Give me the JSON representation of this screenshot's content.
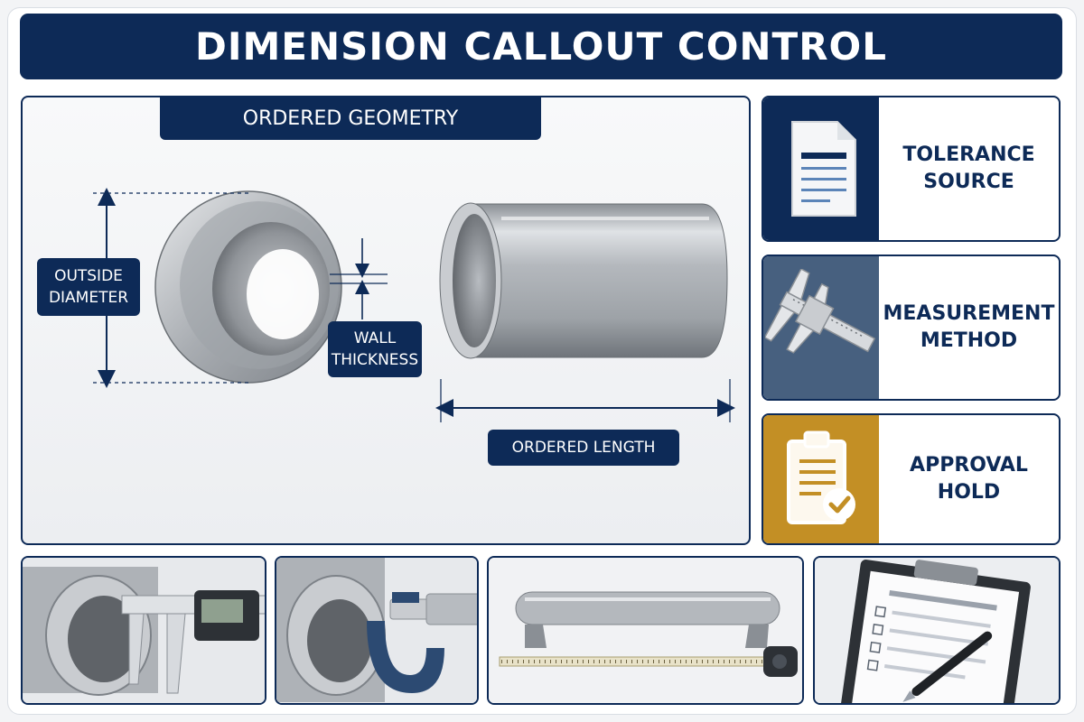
{
  "title": "DIMENSION CALLOUT CONTROL",
  "geometry_panel": {
    "heading": "ORDERED GEOMETRY",
    "labels": {
      "outside_diameter": [
        "OUTSIDE",
        "DIAMETER"
      ],
      "wall_thickness": [
        "WALL",
        "THICKNESS"
      ],
      "ordered_length": "ORDERED LENGTH"
    }
  },
  "side_cards": [
    {
      "icon": "document-icon",
      "lines": [
        "TOLERANCE",
        "SOURCE"
      ],
      "color": "#0d2a57"
    },
    {
      "icon": "caliper-icon",
      "lines": [
        "MEASUREMENT",
        "METHOD"
      ],
      "color": "#47607f"
    },
    {
      "icon": "clipboard-check-icon",
      "lines": [
        "APPROVAL",
        "HOLD"
      ],
      "color": "#c38f25"
    }
  ],
  "thumbnails": [
    {
      "icon": "digital-caliper-on-tube-icon"
    },
    {
      "icon": "micrometer-on-tube-icon"
    },
    {
      "icon": "tube-with-tape-measure-icon"
    },
    {
      "icon": "clipboard-checklist-pen-icon"
    }
  ],
  "colors": {
    "navy": "#0d2a57",
    "slate": "#47607f",
    "gold": "#c38f25"
  }
}
